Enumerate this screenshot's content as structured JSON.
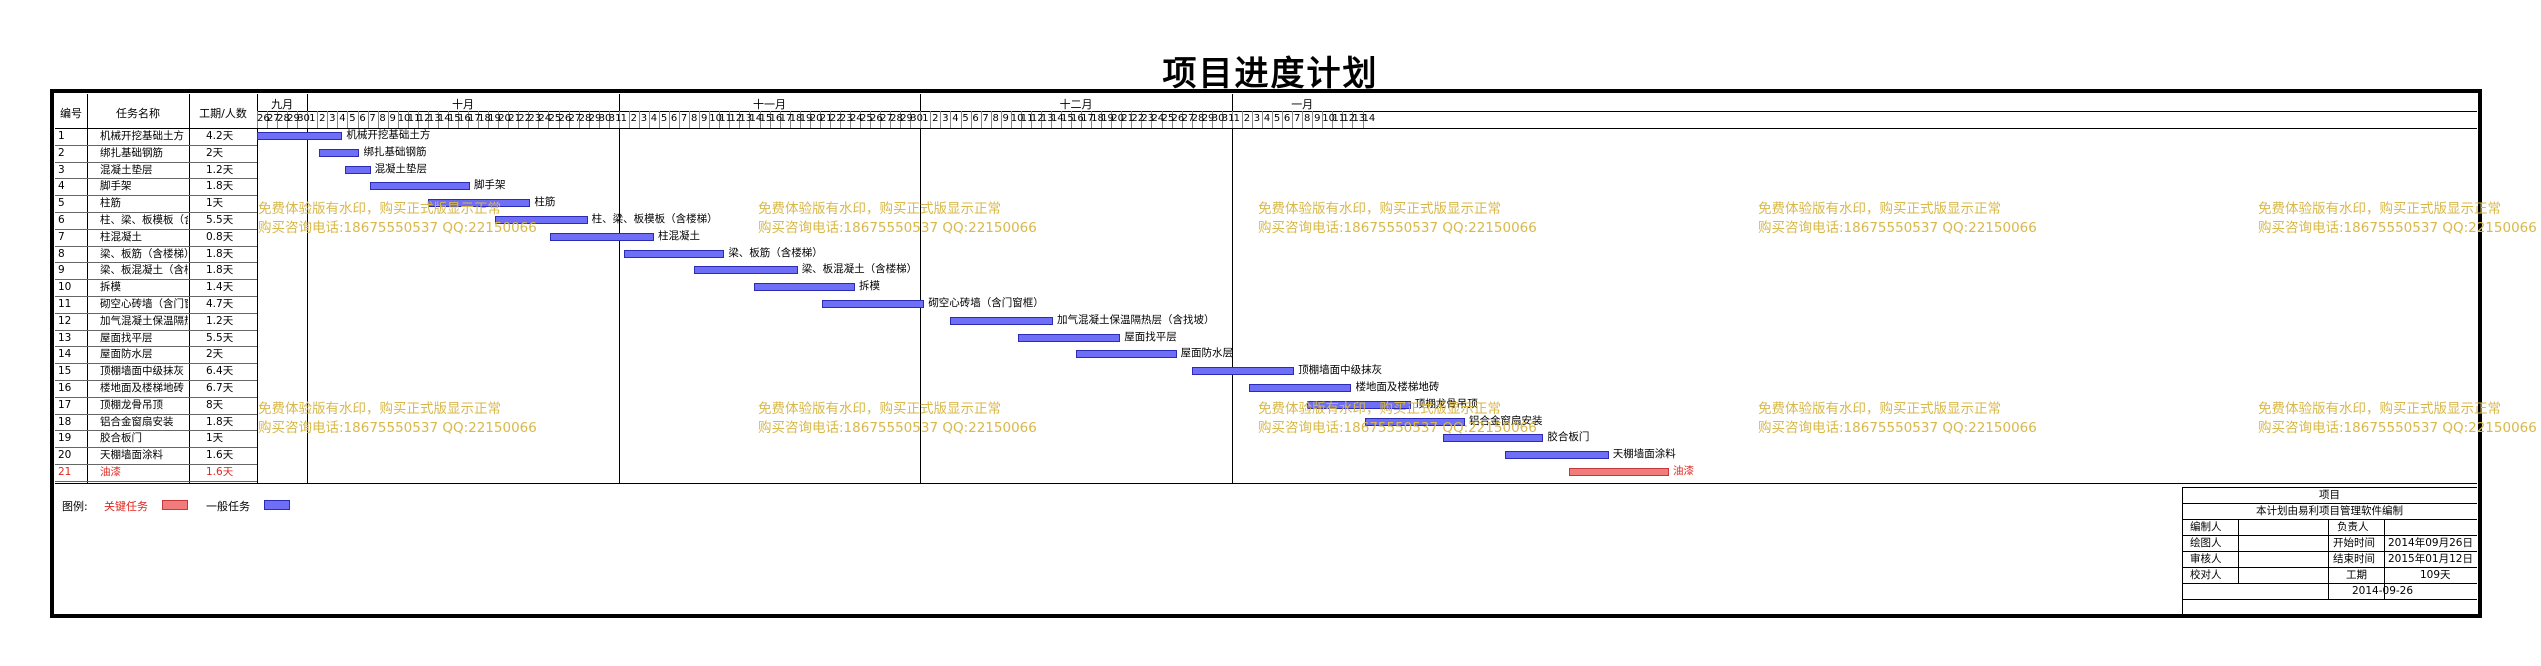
{
  "title": "项目进度计划",
  "headers": {
    "id": "编号",
    "name": "任务名称",
    "duration": "工期/人数"
  },
  "months": [
    "九月",
    "十月",
    "十一月",
    "十二月",
    "一月"
  ],
  "tasks": [
    {
      "id": "1",
      "name": "机械开挖基础土方",
      "duration": "4.2天",
      "label": "机械开挖基础土方",
      "critical": false
    },
    {
      "id": "2",
      "name": "绑扎基础钢筋",
      "duration": "2天",
      "label": "绑扎基础钢筋",
      "critical": false
    },
    {
      "id": "3",
      "name": "混凝土垫层",
      "duration": "1.2天",
      "label": "混凝土垫层",
      "critical": false
    },
    {
      "id": "4",
      "name": "脚手架",
      "duration": "1.8天",
      "label": "脚手架",
      "critical": false
    },
    {
      "id": "5",
      "name": "柱筋",
      "duration": "1天",
      "label": "柱筋",
      "critical": false
    },
    {
      "id": "6",
      "name": "柱、梁、板模板（含楼梯）",
      "duration": "5.5天",
      "label": "柱、梁、板模板（含楼梯）",
      "critical": false
    },
    {
      "id": "7",
      "name": "柱混凝土",
      "duration": "0.8天",
      "label": "柱混凝土",
      "critical": false
    },
    {
      "id": "8",
      "name": "梁、板筋（含楼梯）",
      "duration": "1.8天",
      "label": "梁、板筋（含楼梯）",
      "critical": false
    },
    {
      "id": "9",
      "name": "梁、板混凝土（含楼梯）",
      "duration": "1.8天",
      "label": "梁、板混凝土（含楼梯）",
      "critical": false
    },
    {
      "id": "10",
      "name": "拆模",
      "duration": "1.4天",
      "label": "拆模",
      "critical": false
    },
    {
      "id": "11",
      "name": "砌空心砖墙（含门窗框）",
      "duration": "4.7天",
      "label": "砌空心砖墙（含门窗框）",
      "critical": false
    },
    {
      "id": "12",
      "name": "加气混凝土保温隔热层（含找坡）",
      "duration": "1.2天",
      "label": "加气混凝土保温隔热层（含找坡）",
      "critical": false
    },
    {
      "id": "13",
      "name": "屋面找平层",
      "duration": "5.5天",
      "label": "屋面找平层",
      "critical": false
    },
    {
      "id": "14",
      "name": "屋面防水层",
      "duration": "2天",
      "label": "屋面防水层",
      "critical": false
    },
    {
      "id": "15",
      "name": "顶棚墙面中级抹灰",
      "duration": "6.4天",
      "label": "顶棚墙面中级抹灰",
      "critical": false
    },
    {
      "id": "16",
      "name": "楼地面及楼梯地砖",
      "duration": "6.7天",
      "label": "楼地面及楼梯地砖",
      "critical": false
    },
    {
      "id": "17",
      "name": "顶棚龙骨吊顶",
      "duration": "8天",
      "label": "顶棚龙骨吊顶",
      "critical": false
    },
    {
      "id": "18",
      "name": "铝合金窗扇安装",
      "duration": "1.8天",
      "label": "铝合金窗扇安装",
      "critical": false
    },
    {
      "id": "19",
      "name": "胶合板门",
      "duration": "1天",
      "label": "胶合板门",
      "critical": false
    },
    {
      "id": "20",
      "name": "天棚墙面涂料",
      "duration": "1.6天",
      "label": "天棚墙面涂料",
      "critical": false
    },
    {
      "id": "21",
      "name": "油漆",
      "duration": "1.6天",
      "label": "油漆",
      "critical": true
    }
  ],
  "watermark": {
    "line1": "免费体验版有水印，购买正式版显示正常",
    "line2": "购买咨询电话:18675550537 QQ:22150066"
  },
  "legend": {
    "label": "图例:",
    "critical": "关键任务",
    "normal": "一般任务"
  },
  "info": {
    "project_label": "项目",
    "note": "本计划由易利项目管理软件编制",
    "editor": "编制人",
    "manager": "负责人",
    "drawer": "绘图人",
    "start_label": "开始时间",
    "start_value": "2014年09月26日",
    "reviewer": "审核人",
    "end_label": "结束时间",
    "end_value": "2015年01月12日",
    "checker": "校对人",
    "duration_label": "工期",
    "duration_value": "109天",
    "date": "2014-09-26"
  },
  "colors": {
    "normal_bar": "#6e6ef6",
    "critical_bar": "#f27b7b",
    "watermark": "#d8b84a",
    "critical_text": "#e0261f"
  }
}
